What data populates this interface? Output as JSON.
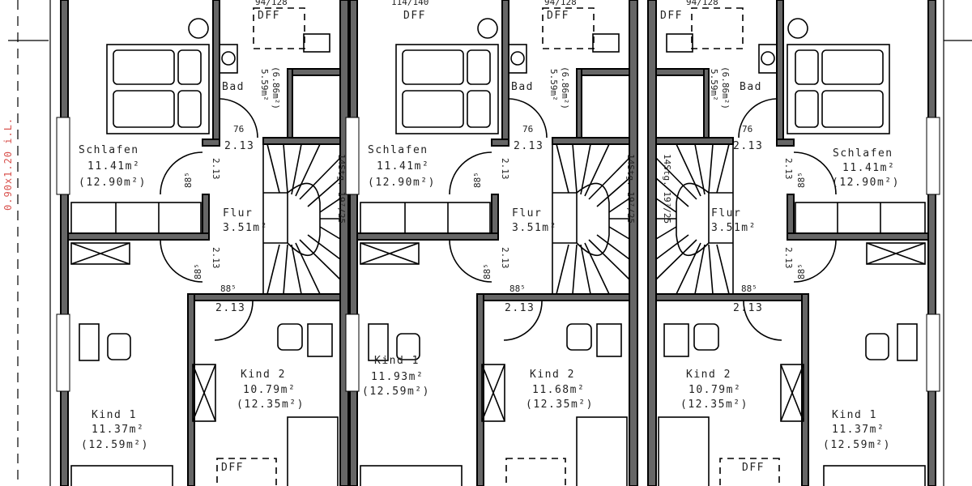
{
  "annotation": "0.90x1.20 i.L.",
  "dims": {
    "door_bad": "76",
    "clear": "2.13",
    "door_room": "88⁵",
    "window_bad": "94/128",
    "window_center": "114/140",
    "roof_window": "DFF",
    "stairs": "14Stg. 19⁷/25"
  },
  "units": [
    {
      "schlafen": {
        "label": "Schlafen",
        "area": "11.41m²",
        "gross": "(12.90m²)"
      },
      "bad": {
        "label": "Bad",
        "area": "5.59m²",
        "gross": "(6.86m²)"
      },
      "flur": {
        "label": "Flur",
        "area": "3.51m²"
      },
      "kind_left": {
        "label": "Kind 1",
        "area": "11.37m²",
        "gross": "(12.59m²)"
      },
      "kind_right": {
        "label": "Kind 2",
        "area": "10.79m²",
        "gross": "(12.35m²)"
      }
    },
    {
      "schlafen": {
        "label": "Schlafen",
        "area": "11.41m²",
        "gross": "(12.90m²)"
      },
      "bad": {
        "label": "Bad",
        "area": "5.59m²",
        "gross": "(6.86m²)"
      },
      "flur": {
        "label": "Flur",
        "area": "3.51m²"
      },
      "kind_left": {
        "label": "Kind 1",
        "area": "11.93m²",
        "gross": "(12.59m²)"
      },
      "kind_right": {
        "label": "Kind 2",
        "area": "11.68m²",
        "gross": "(12.35m²)"
      }
    },
    {
      "schlafen": {
        "label": "Schlafen",
        "area": "11.41m²",
        "gross": "(12.90m²)"
      },
      "bad": {
        "label": "Bad",
        "area": "5.59m²",
        "gross": "(6.86m²)"
      },
      "flur": {
        "label": "Flur",
        "area": "3.51m²"
      },
      "kind_left": {
        "label": "Kind 2",
        "area": "10.79m²",
        "gross": "(12.35m²)"
      },
      "kind_right": {
        "label": "Kind 1",
        "area": "11.37m²",
        "gross": "(12.59m²)"
      }
    }
  ]
}
